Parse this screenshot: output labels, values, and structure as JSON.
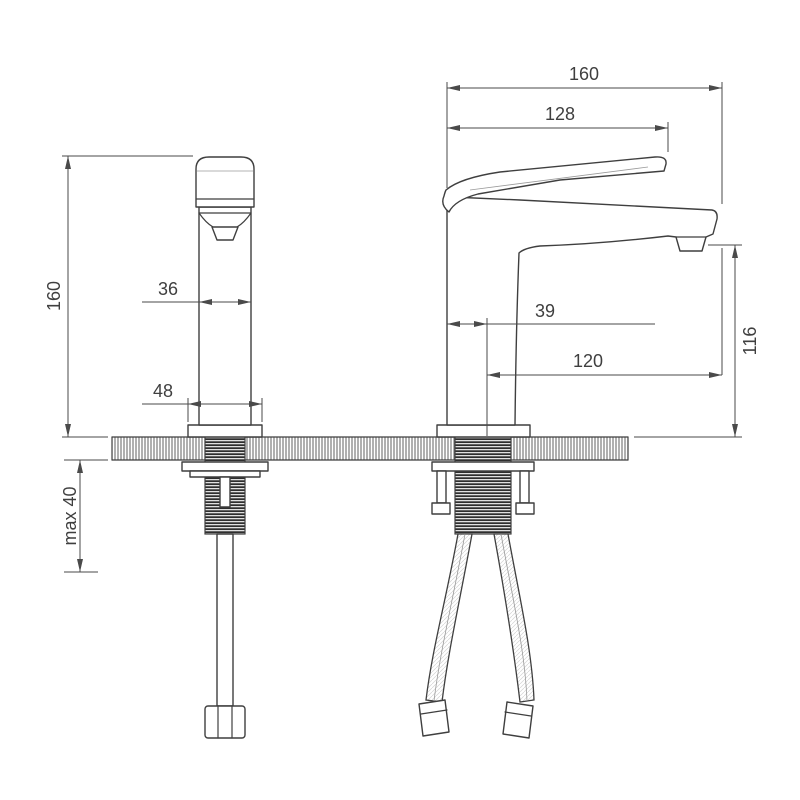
{
  "drawing": {
    "dimensions": {
      "front_height": "160",
      "front_body_width": "36",
      "front_base_width": "48",
      "deck_max_thickness": "max 40",
      "side_overall_depth": "160",
      "side_lever_depth": "128",
      "side_body_offset": "39",
      "side_spout_reach": "120",
      "side_spout_height": "116"
    },
    "colors": {
      "line": "#3f3f3f",
      "dimension": "#4a4a4a",
      "background": "#ffffff"
    }
  }
}
